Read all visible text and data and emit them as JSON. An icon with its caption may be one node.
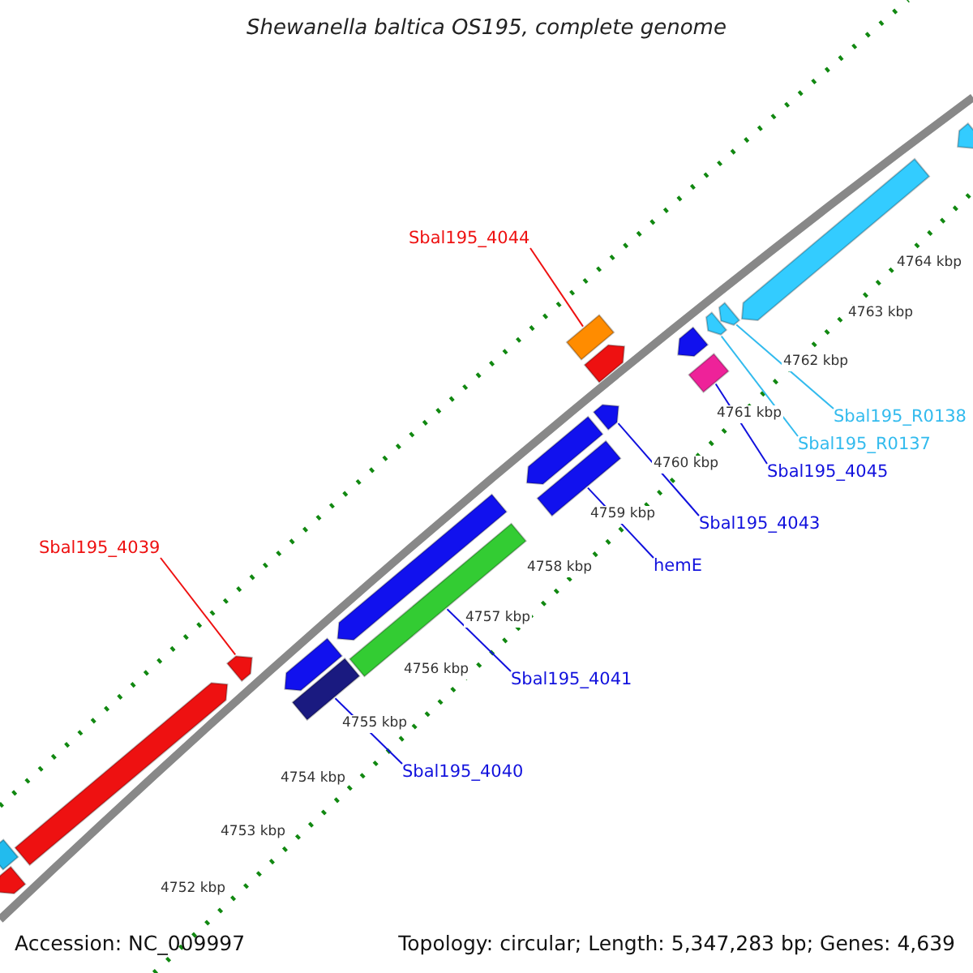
{
  "diagram": {
    "title": "Shewanella baltica OS195, complete genome",
    "nodes": [
      {
        "text": [
          "Sbal195_4044"
        ]
      },
      {
        "text": [
          "Sbal195_4039"
        ]
      },
      {
        "text": [
          "Sbal195_R0138"
        ]
      },
      {
        "text": [
          "Sbal195_R0137"
        ]
      },
      {
        "text": [
          "Sbal195_4045"
        ]
      },
      {
        "text": [
          "Sbal195_4043"
        ]
      },
      {
        "text": [
          "hemE"
        ]
      },
      {
        "text": [
          "Sbal195_4041"
        ]
      },
      {
        "text": [
          "Sbal195_4040"
        ]
      },
      {
        "text": [],
        "shape": "box"
      },
      {
        "text": [],
        "shape": "pentagon"
      },
      {
        "text": [],
        "shape": "pentagon"
      },
      {
        "text": [],
        "shape": "pentagon"
      },
      {
        "text": [],
        "shape": "pentagon"
      },
      {
        "text": [],
        "shape": "box"
      },
      {
        "text": [],
        "shape": "pentagon"
      },
      {
        "text": [],
        "shape": "box"
      },
      {
        "text": [],
        "shape": "pentagon"
      },
      {
        "text": [],
        "shape": "box"
      },
      {
        "text": [],
        "shape": "pentagon"
      },
      {
        "text": [],
        "shape": "box"
      },
      {
        "text": [],
        "shape": "pentagon"
      },
      {
        "text": [],
        "shape": "pentagon"
      },
      {
        "text": [],
        "shape": "box"
      },
      {
        "text": [],
        "shape": "pentagon"
      },
      {
        "text": [],
        "shape": "pentagon"
      },
      {
        "text": [],
        "shape": "pentagon"
      },
      {
        "text": [],
        "shape": "pentagon"
      }
    ],
    "edges": [
      {
        "from": 0,
        "to": 20,
        "arrow": "none",
        "color": "#ee1111"
      },
      {
        "from": 1,
        "to": 12,
        "arrow": "none",
        "color": "#ee1111"
      },
      {
        "from": 2,
        "to": 25,
        "arrow": "none",
        "color": "#33bbee"
      },
      {
        "from": 3,
        "to": 24,
        "arrow": "none",
        "color": "#33bbee"
      },
      {
        "from": 4,
        "to": 23,
        "arrow": "none"
      },
      {
        "from": 5,
        "to": 19,
        "arrow": "none"
      },
      {
        "from": 6,
        "to": 18,
        "arrow": "none"
      },
      {
        "from": 7,
        "to": 16,
        "arrow": "none"
      },
      {
        "from": 8,
        "to": 14,
        "arrow": "none"
      }
    ],
    "labels": [
      "4764 kbp",
      "4763 kbp",
      "4762 kbp",
      "4761 kbp",
      "4760 kbp",
      "4759 kbp",
      "4758 kbp",
      "4757 kbp",
      "4756 kbp",
      "4755 kbp",
      "4754 kbp",
      "4753 kbp",
      "4752 kbp",
      "Accession: NC_009997",
      "Topology: circular; Length: 5,347,283 bp; Genes: 4,639"
    ]
  }
}
